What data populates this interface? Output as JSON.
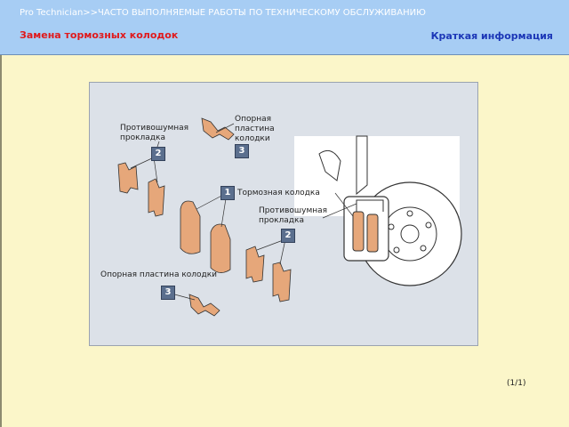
{
  "header": {
    "breadcrumb": "Pro Technician>>ЧАСТО ВЫПОЛНЯЕМЫЕ РАБОТЫ ПО ТЕХНИЧЕСКОМУ ОБСЛУЖИВАНИЮ",
    "subtitle": "Замена тормозных колодок",
    "info_link": "Краткая информация"
  },
  "figure": {
    "labels": {
      "support_plate_top": "Опорная пластина колодки",
      "anti_squeal_shim_left": "Противошумная прокладка",
      "brake_pad": "Тормозная колодка",
      "anti_squeal_shim_right": "Противошумная прокладка",
      "support_plate_bottom": "Опорная пластина колодки"
    },
    "badges": {
      "b3_top": "3",
      "b2_left": "2",
      "b1": "1",
      "b2_right": "2",
      "b3_bottom": "3"
    }
  },
  "footer": {
    "page": "(1/1)"
  },
  "colors": {
    "header_bg": "#a7cdf4",
    "content_bg": "#fbf6c9",
    "subtitle": "#e0191b",
    "link": "#1c37b7",
    "part": "#e6a77a"
  }
}
